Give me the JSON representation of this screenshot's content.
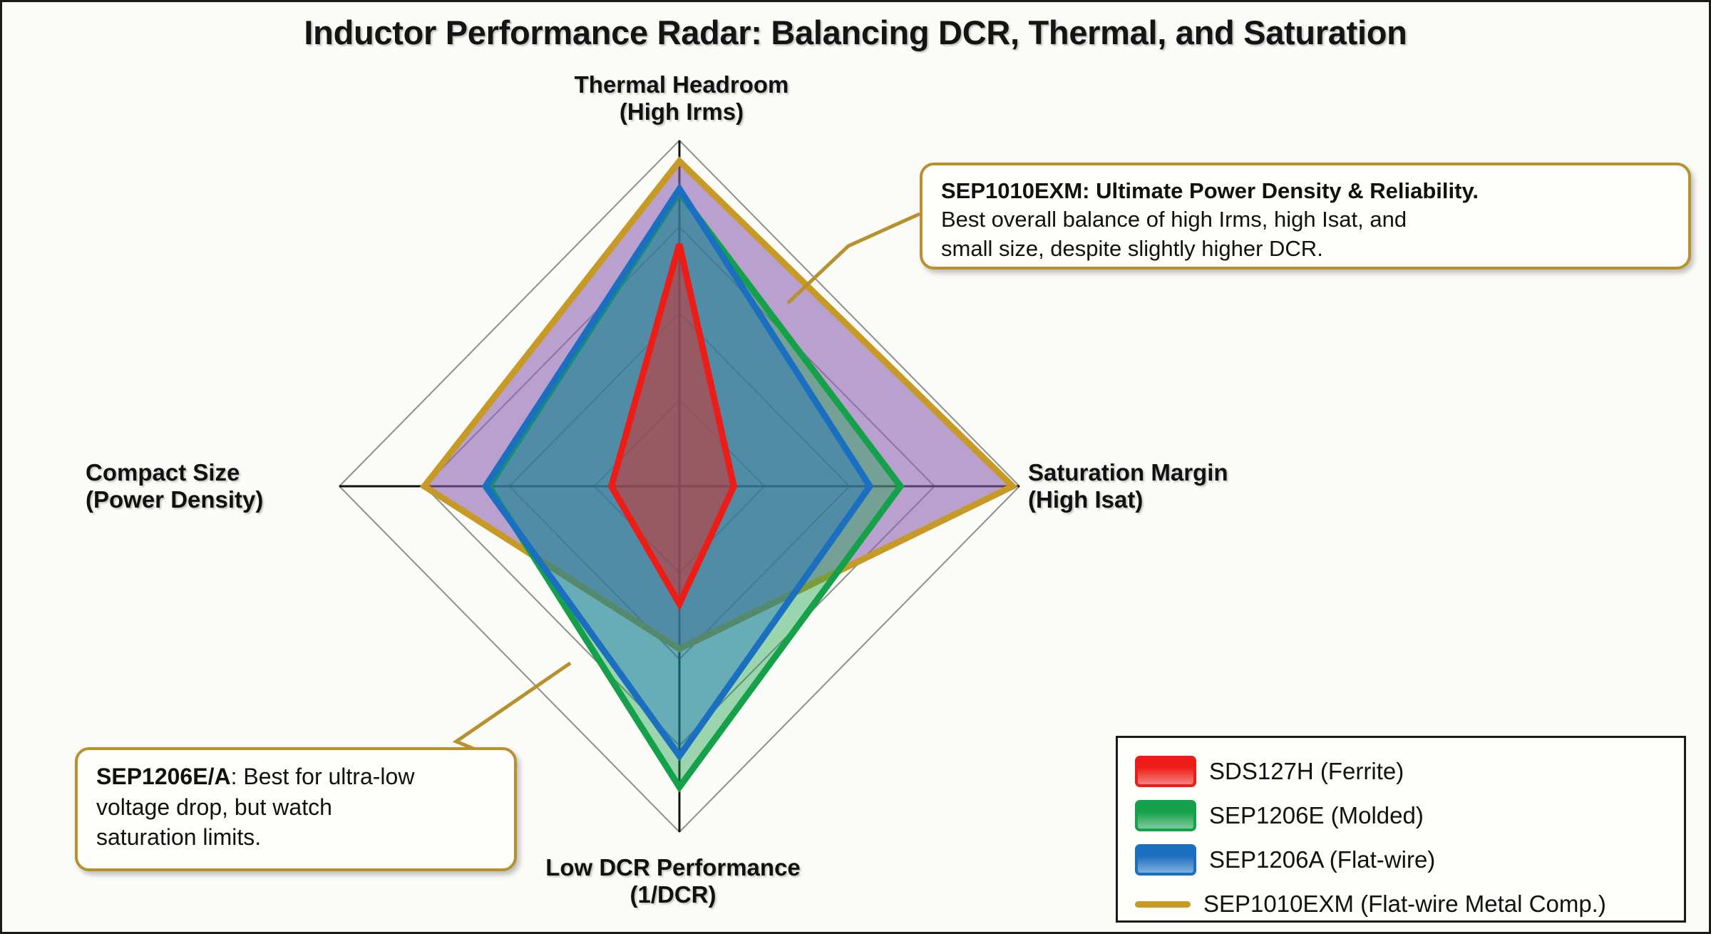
{
  "chart_data": {
    "type": "radar",
    "title": "Inductor Performance Radar: Balancing DCR, Thermal, and Saturation",
    "categories": [
      "Thermal Headroom\n(High Irms)",
      "Saturation Margin\n(High Isat)",
      "Low DCR Performance\n(1/DCR)",
      "Compact Size\n(Power Density)"
    ],
    "axis_labels": [
      {
        "id": "thermal",
        "line1": "Thermal Headroom",
        "line2": "(High Irms)"
      },
      {
        "id": "saturation",
        "line1": "Saturation Margin",
        "line2": "(High Isat)"
      },
      {
        "id": "dcr",
        "line1": "Low DCR Performance",
        "line2": "(1/DCR)"
      },
      {
        "id": "compact",
        "line1": "Compact Size",
        "line2": "(Power Density)"
      }
    ],
    "rlim": [
      0,
      10
    ],
    "rings": [
      2.5,
      5.0,
      7.5,
      10.0
    ],
    "grid": true,
    "legend_position": "bottom-right",
    "series": [
      {
        "name": "SDS127H (Ferrite)",
        "color": "#ee1c17",
        "fill": "#ee1c17",
        "fill_opacity": 0.45,
        "style": "filled",
        "values": [
          7.0,
          1.6,
          3.4,
          2.0
        ]
      },
      {
        "name": "SEP1206E (Molded)",
        "color": "#15a04a",
        "fill": "#15a04a",
        "fill_opacity": 0.42,
        "style": "filled",
        "values": [
          8.5,
          6.5,
          8.7,
          5.6
        ]
      },
      {
        "name": "SEP1206A (Flat-wire)",
        "color": "#1b6fc0",
        "fill": "#1b6fc0",
        "fill_opacity": 0.4,
        "style": "filled",
        "values": [
          8.6,
          5.6,
          7.8,
          5.7
        ]
      },
      {
        "name": "SEP1010EXM (Flat-wire Metal Comp.)",
        "color": "#c79a26",
        "fill": "#8b5fb0",
        "fill_opacity": 0.58,
        "style": "line",
        "values": [
          9.4,
          9.8,
          4.7,
          7.5
        ]
      }
    ]
  },
  "legend": {
    "entries": [
      {
        "label": "SDS127H (Ferrite)",
        "swatch": "filled",
        "color": "#ee1c17"
      },
      {
        "label": "SEP1206E (Molded)",
        "swatch": "filled",
        "color": "#15a04a"
      },
      {
        "label": "SEP1206A (Flat-wire)",
        "swatch": "filled",
        "color": "#1b6fc0"
      },
      {
        "label": "SEP1010EXM (Flat-wire Metal Comp.)",
        "swatch": "line",
        "color": "#c79a26"
      }
    ]
  },
  "annotations": [
    {
      "id": "sep1010exm",
      "headline": "SEP1010EXM: Ultimate Power Density & Reliability.",
      "line2": "Best overall balance of high Irms, high Isat, and",
      "line3": "small size, despite slightly higher DCR.",
      "border_color": "#b8912f"
    },
    {
      "id": "sep1206ea",
      "headline": "SEP1206E/A",
      "headline_rest": ": Best for ultra-low",
      "line2": "voltage drop, but watch",
      "line3": "saturation limits.",
      "border_color": "#b8912f"
    }
  ],
  "colors": {
    "background": "#fbfbf7",
    "frame": "#1a1a1a",
    "grid": "#8a8a8a",
    "axis": "#111111",
    "callout_border": "#b8912f"
  }
}
